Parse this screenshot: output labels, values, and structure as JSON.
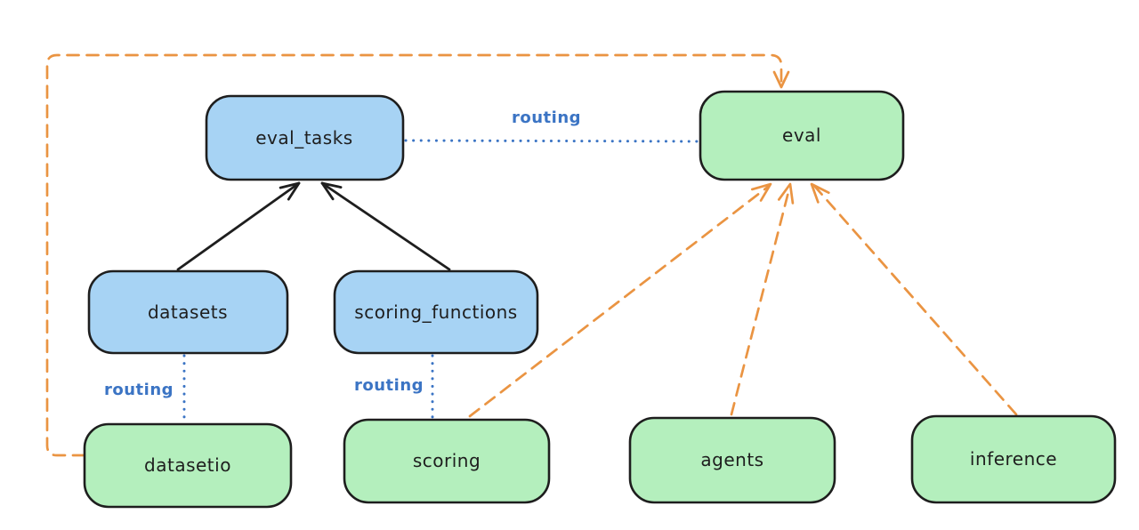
{
  "diagram": {
    "description": "Architecture diagram linking API nodes to provider nodes",
    "colors": {
      "background": "#ffffff",
      "blue_node_fill": "#a7d3f4",
      "green_node_fill": "#b4efbd",
      "node_stroke": "#1e1e1e",
      "routing_line": "#3b74c4",
      "provider_arrow": "#ea9442",
      "dependency_arrow": "#1e1e1e"
    },
    "nodes": {
      "eval_tasks": {
        "label": "eval_tasks",
        "fill": "blue"
      },
      "eval": {
        "label": "eval",
        "fill": "green"
      },
      "datasets": {
        "label": "datasets",
        "fill": "blue"
      },
      "scoring_functions": {
        "label": "scoring_functions",
        "fill": "blue"
      },
      "datasetio": {
        "label": "datasetio",
        "fill": "green"
      },
      "scoring": {
        "label": "scoring",
        "fill": "green"
      },
      "agents": {
        "label": "agents",
        "fill": "green"
      },
      "inference": {
        "label": "inference",
        "fill": "green"
      }
    },
    "edges": {
      "routing_edges": [
        {
          "from": "eval_tasks",
          "to": "eval",
          "label": "routing",
          "style": "dotted-blue"
        },
        {
          "from": "datasets",
          "to": "datasetio",
          "label": "routing",
          "style": "dotted-blue"
        },
        {
          "from": "scoring_functions",
          "to": "scoring",
          "label": "routing",
          "style": "dotted-blue"
        }
      ],
      "solid_edges": [
        {
          "from": "datasets",
          "to": "eval_tasks",
          "style": "solid-black-arrow"
        },
        {
          "from": "scoring_functions",
          "to": "eval_tasks",
          "style": "solid-black-arrow"
        }
      ],
      "dashed_orange_edges": [
        {
          "from": "datasetio",
          "to": "eval",
          "style": "dashed-orange-arrow",
          "path": "around-left-and-top"
        },
        {
          "from": "scoring",
          "to": "eval",
          "style": "dashed-orange-arrow",
          "path": "diagonal"
        },
        {
          "from": "agents",
          "to": "eval",
          "style": "dashed-orange-arrow",
          "path": "diagonal"
        },
        {
          "from": "inference",
          "to": "eval",
          "style": "dashed-orange-arrow",
          "path": "diagonal"
        }
      ]
    }
  }
}
